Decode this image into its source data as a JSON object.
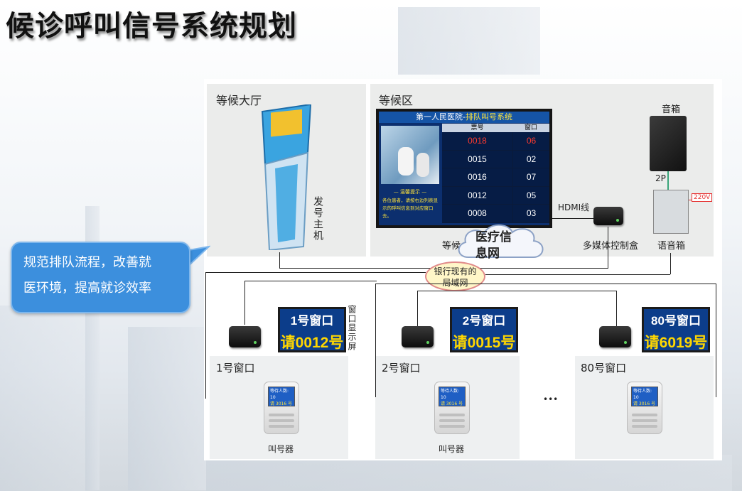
{
  "page": {
    "title": "候诊呼叫信号系统规划"
  },
  "bubble": {
    "line1": "规范排队流程，改善就",
    "line2": "医环境，提高就诊效率"
  },
  "zones": {
    "lobby": "等候大厅",
    "waiting": "等候区"
  },
  "kiosk": {
    "label": "发号主机"
  },
  "display": {
    "header_a": "第一人民医院-",
    "header_b": "排队叫号系统",
    "col_ticket": "票号",
    "col_window": "窗口",
    "rows": [
      {
        "ticket": "0018",
        "window": "06",
        "highlight": true
      },
      {
        "ticket": "0015",
        "window": "02"
      },
      {
        "ticket": "0016",
        "window": "07"
      },
      {
        "ticket": "0012",
        "window": "05"
      },
      {
        "ticket": "0008",
        "window": "03"
      }
    ],
    "notice_title": "— 温馨提示 —",
    "notice_text": "各位患者，请按右边列表显示的呼叫信息到对应窗口去。"
  },
  "speaker": {
    "label": "音箱",
    "cable": "2P",
    "power": "220V"
  },
  "media_box": {
    "cable": "HDMI线",
    "label": "多媒体控制盒"
  },
  "voice_box": {
    "label": "语音箱"
  },
  "cloud": {
    "partial": "等候",
    "text1": "医疗信",
    "text2": "息网"
  },
  "lan": {
    "line1": "银行现有的",
    "line2": "局域网"
  },
  "window_screen_label": "窗口显示屏",
  "window_screens": [
    {
      "title": "1号窗口",
      "call": "请0012号"
    },
    {
      "title": "2号窗口",
      "call": "请0015号"
    },
    {
      "title": "80号窗口",
      "call": "请6019号"
    }
  ],
  "windows": [
    {
      "name": "1号窗口",
      "device": "叫号器"
    },
    {
      "name": "2号窗口",
      "device": "叫号器"
    },
    {
      "name": "80号窗口"
    }
  ],
  "ellipsis": "•••",
  "caller_screen": {
    "line1": "等待人数: 10",
    "line2": "请 3016 号"
  },
  "colors": {
    "screen_bg": "#0c3d8a",
    "bubble": "#3c8fdd",
    "highlight": "#ff3b2f"
  }
}
